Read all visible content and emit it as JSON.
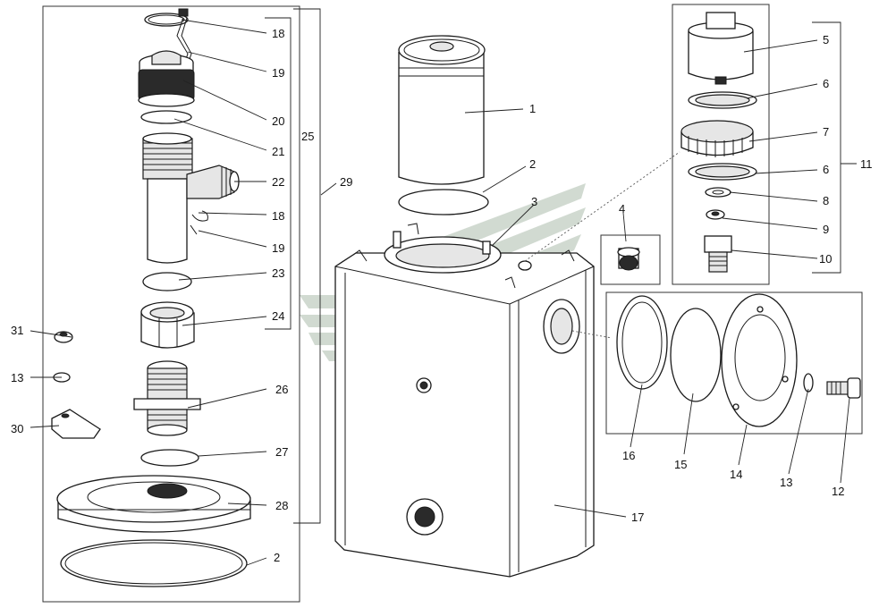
{
  "diagram": {
    "callouts": {
      "c1": "1",
      "c2a": "2",
      "c2b": "2",
      "c3": "3",
      "c4": "4",
      "c5": "5",
      "c6a": "6",
      "c6b": "6",
      "c7": "7",
      "c8": "8",
      "c9": "9",
      "c10": "10",
      "c11": "11",
      "c12": "12",
      "c13a": "13",
      "c13b": "13",
      "c14": "14",
      "c15": "15",
      "c16": "16",
      "c17": "17",
      "c18a": "18",
      "c18b": "18",
      "c19a": "19",
      "c19b": "19",
      "c20": "20",
      "c21": "21",
      "c22": "22",
      "c23": "23",
      "c24": "24",
      "c25": "25",
      "c26": "26",
      "c27": "27",
      "c28": "28",
      "c29": "29",
      "c30": "30",
      "c31": "31"
    },
    "colors": {
      "line": "#1a1a1a",
      "watermark": "#c9d3c9",
      "background": "#ffffff"
    }
  }
}
